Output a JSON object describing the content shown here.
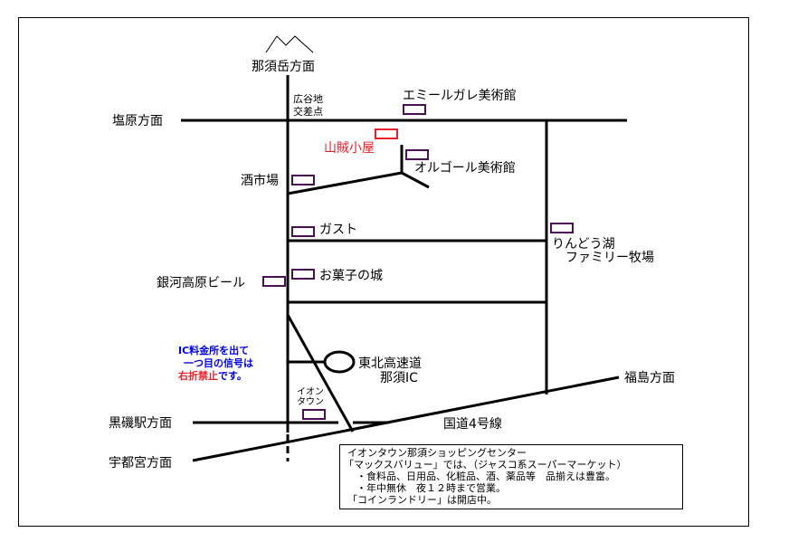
{
  "labels": {
    "nasudake": "那須岳方面",
    "shiobara": "塩原方面",
    "hirotani_1": "広谷地",
    "hirotani_2": "交差点",
    "emile_galle": "エミールガレ美術館",
    "sanzoku": "山賊小屋",
    "orgel": "オルゴール美術館",
    "sakaichiba": "酒市場",
    "gusto": "ガスト",
    "rindoko_1": "りんどう湖",
    "rindoko_2": "ファミリー牧場",
    "okashi": "お菓子の城",
    "ginga": "銀河高原ビール",
    "ic_note_1": "IC料金所を出て",
    "ic_note_2": "一つ目の信号は",
    "ic_note_3a": "右折禁止",
    "ic_note_3b": "です。",
    "tohoku_1": "東北高速道",
    "tohoku_2": "那須IC",
    "fukushima": "福島方面",
    "aeon_1": "イオン",
    "aeon_2": "タウン",
    "kuroiso": "黒磯駅方面",
    "route4": "国道4号線",
    "utsunomiya": "宇都宮方面"
  },
  "info": {
    "line1": "イオンタウン那須ショッピングセンター",
    "line2": "「マックスバリュー」では、（ジャスコ系スーパーマーケット）",
    "line3": "・食料品、日用品、化粧品、酒、薬品等　品揃えは豊富。",
    "line4": "・年中無休　夜１２時まで営業。",
    "line5": "「コインランドリー」は開店中。"
  },
  "colors": {
    "highlight": "#e8202a",
    "building": "#4b0f56",
    "note": "#0000ee"
  }
}
